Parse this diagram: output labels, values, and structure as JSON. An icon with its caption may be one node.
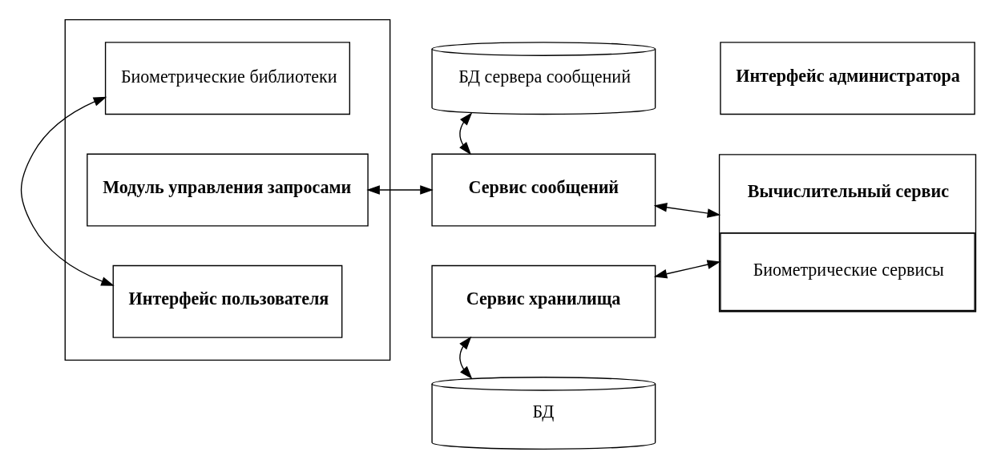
{
  "diagram": {
    "nodes": [
      {
        "text": [],
        "shape": "box"
      },
      {
        "text": [
          "Интерфейс пользователя"
        ],
        "in": 0
      },
      {
        "text": [
          "Модуль управления запросами"
        ],
        "in": 0
      },
      {
        "text": [
          "Биометрические библиотеки"
        ],
        "in": 0
      },
      {
        "text": [
          "БД сервера сообщений"
        ]
      },
      {
        "text": [
          "Сервис сообщений"
        ]
      },
      {
        "text": [
          "Сервис хранилища"
        ]
      },
      {
        "text": [
          "БД"
        ]
      },
      {
        "text": [
          "Интерфейс администратора"
        ]
      },
      {
        "text": [
          "Вычислительный сервис",
          "Биометрические сервисы"
        ]
      }
    ],
    "edges": [
      {
        "from": 1,
        "to": 3,
        "arrow": "both"
      },
      {
        "from": 2,
        "to": 5,
        "arrow": "both"
      },
      {
        "from": 4,
        "to": 5,
        "arrow": "both"
      },
      {
        "from": 6,
        "to": 7,
        "arrow": "both"
      },
      {
        "from": 5,
        "to": 9,
        "arrow": "both"
      },
      {
        "from": 6,
        "to": 9,
        "arrow": "both"
      }
    ]
  }
}
